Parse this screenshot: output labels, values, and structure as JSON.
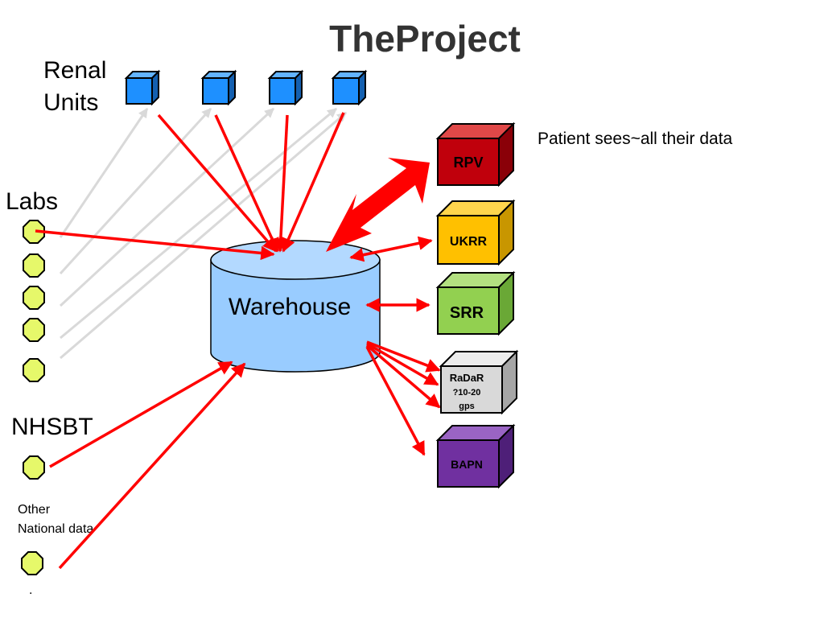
{
  "title": "TheProject",
  "groups": {
    "renal_units": {
      "label_line1": "Renal",
      "label_line2": "Units",
      "count": 4
    },
    "labs": {
      "label": "Labs",
      "count": 5
    },
    "nhsbt": {
      "label": "NHSBT"
    },
    "other_national": {
      "label_line1": "Other",
      "label_line2": "National data",
      "trailing_mark": "."
    }
  },
  "warehouse": {
    "label": "Warehouse"
  },
  "targets": {
    "rpv": {
      "label": "RPV",
      "note": "Patient sees~all their data",
      "color": "#c0000c"
    },
    "ukrr": {
      "label": "UKRR",
      "color": "#ffc000"
    },
    "srr": {
      "label": "SRR",
      "color": "#92d050"
    },
    "radar": {
      "label_line1": "RaDaR",
      "label_line2": "?10-20",
      "label_line3": "gps",
      "color": "#d9d9d9"
    },
    "bapn": {
      "label": "BAPN",
      "color": "#7030a0"
    }
  },
  "colors": {
    "renal_cube": "#1e90ff",
    "lab_node": "#e6f86a",
    "warehouse": "#99ccff",
    "arrow": "#ff0000",
    "feedback_line": "#d9d9d9"
  }
}
